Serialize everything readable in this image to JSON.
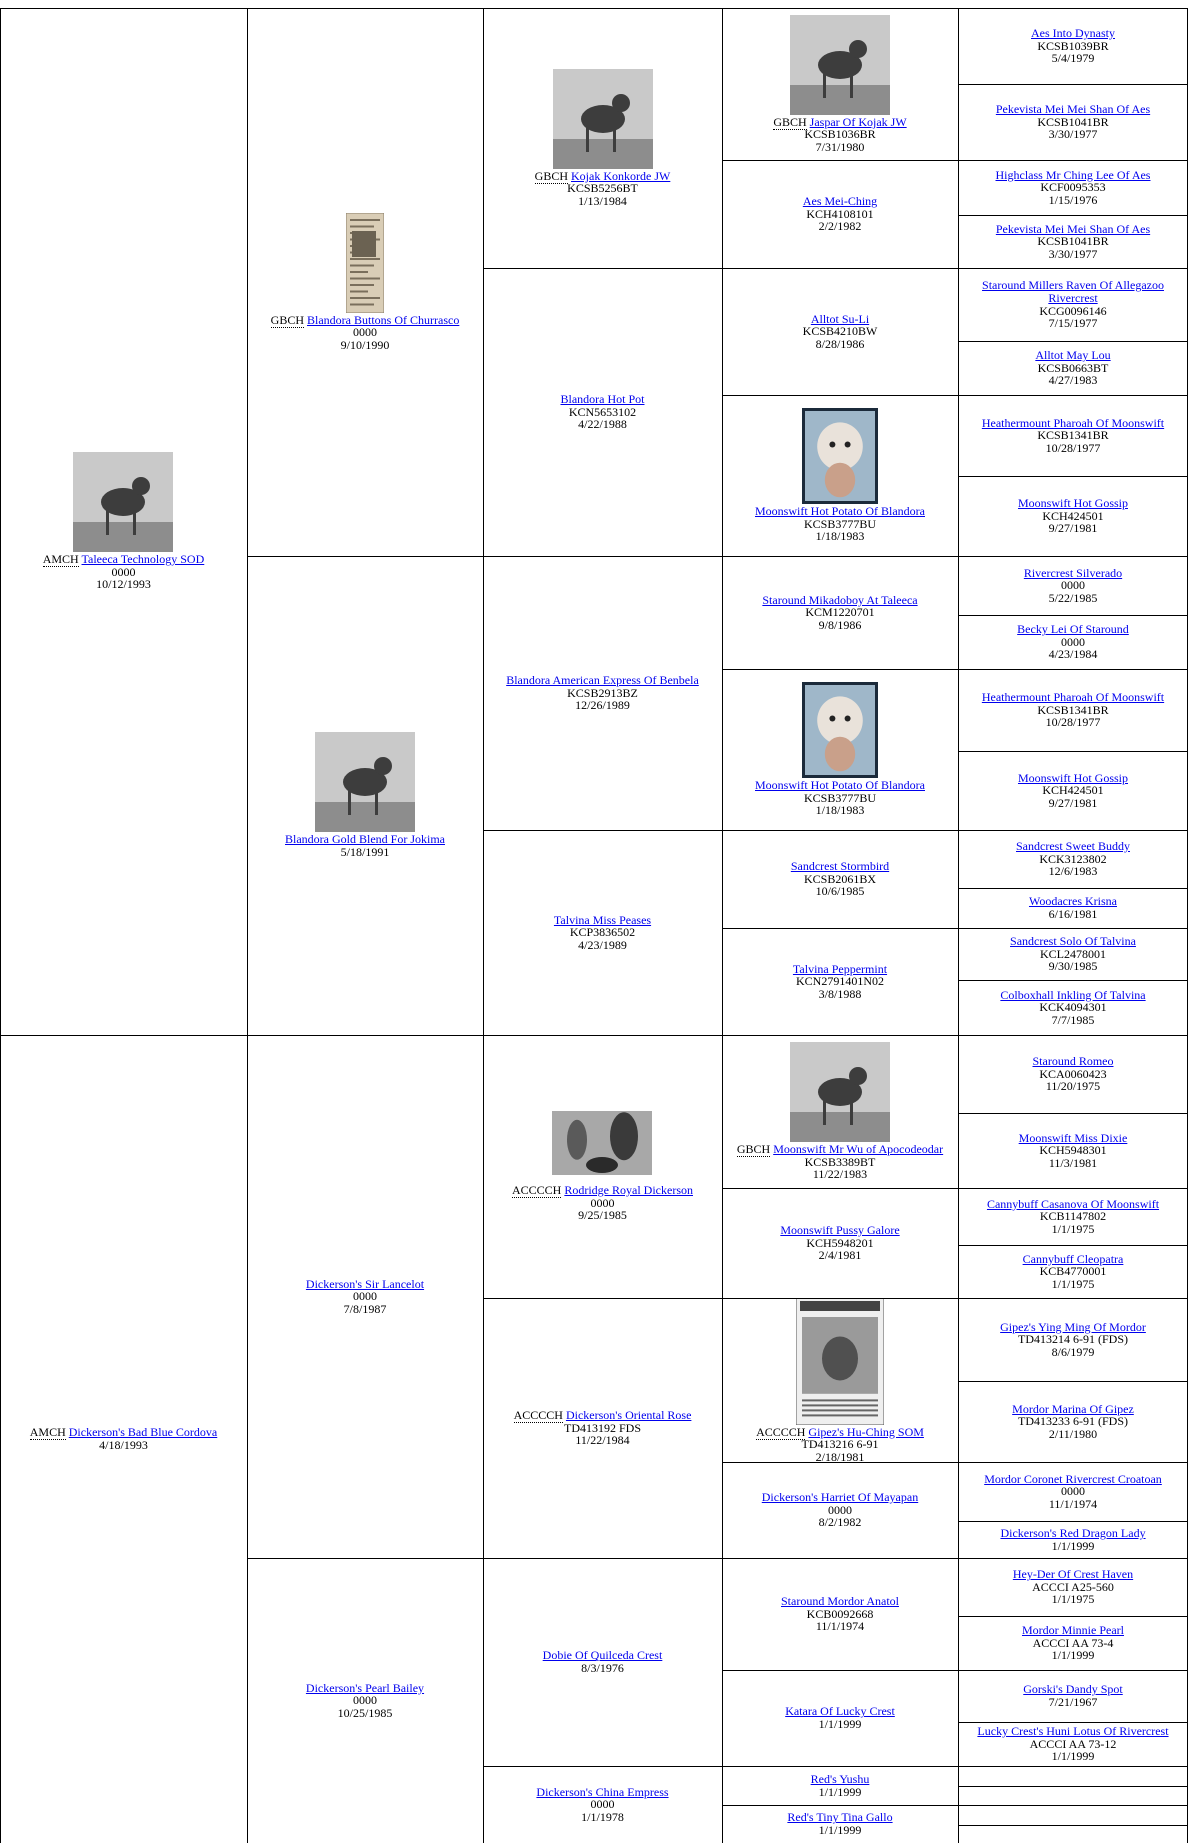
{
  "colors": {
    "link": "#0000ee",
    "text": "#000000",
    "border": "#000000"
  },
  "pedigree": {
    "gen1": [
      {
        "title": "AMCH",
        "name": "Taleeca Technology SOD",
        "reg": "0000",
        "date": "10/12/1993",
        "photo": "dog-photo"
      },
      {
        "title": "AMCH",
        "name": "Dickerson's Bad Blue Cordova",
        "reg": "",
        "date": "4/18/1993",
        "photo": ""
      }
    ],
    "gen2": [
      {
        "title": "GBCH",
        "name": "Blandora Buttons Of Churrasco",
        "reg": "0000",
        "date": "9/10/1990",
        "photo": "newspaper-clipping"
      },
      {
        "title": "",
        "name": "Blandora Gold Blend For Jokima",
        "reg": "",
        "date": "5/18/1991",
        "photo": "dog-photo"
      },
      {
        "title": "",
        "name": "Dickerson's Sir Lancelot",
        "reg": "0000",
        "date": "7/8/1987",
        "photo": ""
      },
      {
        "title": "",
        "name": "Dickerson's Pearl Bailey",
        "reg": "0000",
        "date": "10/25/1985",
        "photo": ""
      }
    ],
    "gen3": [
      {
        "title": "GBCH",
        "name": "Kojak Konkorde JW",
        "reg": "KCSB5256BT",
        "date": "1/13/1984",
        "photo": "dog-photo"
      },
      {
        "title": "",
        "name": "Blandora Hot Pot",
        "reg": "KCN5653102",
        "date": "4/22/1988",
        "photo": ""
      },
      {
        "title": "",
        "name": "Blandora American Express Of Benbela",
        "reg": "KCSB2913BZ",
        "date": "12/26/1989",
        "photo": ""
      },
      {
        "title": "",
        "name": "Talvina Miss Peases",
        "reg": "KCP3836502",
        "date": "4/23/1989",
        "photo": ""
      },
      {
        "title": "ACCCCH",
        "name": "Rodridge Royal Dickerson",
        "reg": "0000",
        "date": "9/25/1985",
        "photo": "people-with-dog-photo"
      },
      {
        "title": "ACCCCH",
        "name": "Dickerson's Oriental Rose",
        "reg": "TD413192 FDS",
        "date": "11/22/1984",
        "photo": ""
      },
      {
        "title": "",
        "name": "Dobie Of Quilceda Crest",
        "reg": "",
        "date": "8/3/1976",
        "photo": ""
      },
      {
        "title": "",
        "name": "Dickerson's China Empress",
        "reg": "0000",
        "date": "1/1/1978",
        "photo": ""
      }
    ],
    "gen4": [
      {
        "title": "GBCH",
        "name": "Jaspar Of Kojak JW",
        "reg": "KCSB1036BR",
        "date": "7/31/1980",
        "photo": "dog-photo"
      },
      {
        "title": "",
        "name": "Aes Mei-Ching",
        "reg": "KCH4108101",
        "date": "2/2/1982",
        "photo": ""
      },
      {
        "title": "",
        "name": "Alltot Su-Li",
        "reg": "KCSB4210BW",
        "date": "8/28/1986",
        "photo": ""
      },
      {
        "title": "",
        "name": "Moonswift Hot Potato Of Blandora",
        "reg": "KCSB3777BU",
        "date": "1/18/1983",
        "photo": "dog-portrait"
      },
      {
        "title": "",
        "name": "Staround Mikadoboy At Taleeca",
        "reg": "KCM1220701",
        "date": "9/8/1986",
        "photo": ""
      },
      {
        "title": "",
        "name": "Moonswift Hot Potato Of Blandora",
        "reg": "KCSB3777BU",
        "date": "1/18/1983",
        "photo": "dog-portrait"
      },
      {
        "title": "",
        "name": "Sandcrest Stormbird",
        "reg": "KCSB2061BX",
        "date": "10/6/1985",
        "photo": ""
      },
      {
        "title": "",
        "name": "Talvina Peppermint",
        "reg": "KCN2791401N02",
        "date": "3/8/1988",
        "photo": ""
      },
      {
        "title": "GBCH",
        "name": "Moonswift Mr Wu of Apocodeodar",
        "reg": "KCSB3389BT",
        "date": "11/22/1983",
        "photo": "dog-photo"
      },
      {
        "title": "",
        "name": "Moonswift Pussy Galore",
        "reg": "KCH5948201",
        "date": "2/4/1981",
        "photo": ""
      },
      {
        "title": "ACCCCH",
        "name": "Gipez's Hu-Ching SOM",
        "reg": "TD413216 6-91",
        "date": "2/18/1981",
        "photo": "magazine-page"
      },
      {
        "title": "",
        "name": "Dickerson's Harriet Of Mayapan",
        "reg": "0000",
        "date": "8/2/1982",
        "photo": ""
      },
      {
        "title": "",
        "name": "Staround Mordor Anatol",
        "reg": "KCB0092668",
        "date": "11/1/1974",
        "photo": ""
      },
      {
        "title": "",
        "name": "Katara Of Lucky Crest",
        "reg": "",
        "date": "1/1/1999",
        "photo": ""
      },
      {
        "title": "",
        "name": "Red's Yushu",
        "reg": "",
        "date": "1/1/1999",
        "photo": ""
      },
      {
        "title": "",
        "name": "Red's Tiny Tina Gallo",
        "reg": "",
        "date": "1/1/1999",
        "photo": ""
      }
    ],
    "gen5": [
      {
        "name": "Aes Into Dynasty",
        "reg": "KCSB1039BR",
        "date": "5/4/1979"
      },
      {
        "name": "Pekevista Mei Mei Shan Of Aes",
        "reg": "KCSB1041BR",
        "date": "3/30/1977"
      },
      {
        "name": "Highclass Mr Ching Lee Of Aes",
        "reg": "KCF0095353",
        "date": "1/15/1976"
      },
      {
        "name": "Pekevista Mei Mei Shan Of Aes",
        "reg": "KCSB1041BR",
        "date": "3/30/1977"
      },
      {
        "name": "Staround Millers Raven Of Allegazoo Rivercrest",
        "reg": "KCG0096146",
        "date": "7/15/1977"
      },
      {
        "name": "Alltot May Lou",
        "reg": "KCSB0663BT",
        "date": "4/27/1983"
      },
      {
        "name": "Heathermount Pharoah Of Moonswift",
        "reg": "KCSB1341BR",
        "date": "10/28/1977"
      },
      {
        "name": "Moonswift Hot Gossip",
        "reg": "KCH424501",
        "date": "9/27/1981"
      },
      {
        "name": "Rivercrest Silverado",
        "reg": "0000",
        "date": "5/22/1985"
      },
      {
        "name": "Becky Lei Of Staround",
        "reg": "0000",
        "date": "4/23/1984"
      },
      {
        "name": "Heathermount Pharoah Of Moonswift",
        "reg": "KCSB1341BR",
        "date": "10/28/1977"
      },
      {
        "name": "Moonswift Hot Gossip",
        "reg": "KCH424501",
        "date": "9/27/1981"
      },
      {
        "name": "Sandcrest Sweet Buddy",
        "reg": "KCK3123802",
        "date": "12/6/1983"
      },
      {
        "name": "Woodacres Krisna",
        "reg": "",
        "date": "6/16/1981"
      },
      {
        "name": "Sandcrest Solo Of Talvina",
        "reg": "KCL2478001",
        "date": "9/30/1985"
      },
      {
        "name": "Colboxhall Inkling Of Talvina",
        "reg": "KCK4094301",
        "date": "7/7/1985"
      },
      {
        "name": "Staround Romeo",
        "reg": "KCA0060423",
        "date": "11/20/1975"
      },
      {
        "name": "Moonswift Miss Dixie",
        "reg": "KCH5948301",
        "date": "11/3/1981"
      },
      {
        "name": "Cannybuff Casanova Of Moonswift",
        "reg": "KCB1147802",
        "date": "1/1/1975"
      },
      {
        "name": "Cannybuff Cleopatra",
        "reg": "KCB4770001",
        "date": "1/1/1975"
      },
      {
        "name": "Gipez's Ying Ming Of Mordor",
        "reg": "TD413214 6-91 (FDS)",
        "date": "8/6/1979"
      },
      {
        "name": "Mordor Marina Of Gipez",
        "reg": "TD413233 6-91 (FDS)",
        "date": "2/11/1980"
      },
      {
        "name": "Mordor Coronet Rivercrest Croatoan",
        "reg": "0000",
        "date": "11/1/1974"
      },
      {
        "name": "Dickerson's Red Dragon Lady",
        "reg": "",
        "date": "1/1/1999"
      },
      {
        "name": "Hey-Der Of Crest Haven",
        "reg": "ACCCI A25-560",
        "date": "1/1/1975"
      },
      {
        "name": "Mordor Minnie Pearl",
        "reg": "ACCCI AA 73-4",
        "date": "1/1/1999"
      },
      {
        "name": "Gorski's Dandy Spot",
        "reg": "",
        "date": "7/21/1967"
      },
      {
        "name": "Lucky Crest's Huni Lotus Of Rivercrest",
        "reg": "ACCCI AA 73-12",
        "date": "1/1/1999"
      },
      {
        "name": "",
        "reg": "",
        "date": ""
      },
      {
        "name": "",
        "reg": "",
        "date": ""
      },
      {
        "name": "",
        "reg": "",
        "date": ""
      },
      {
        "name": "",
        "reg": "",
        "date": ""
      }
    ]
  }
}
